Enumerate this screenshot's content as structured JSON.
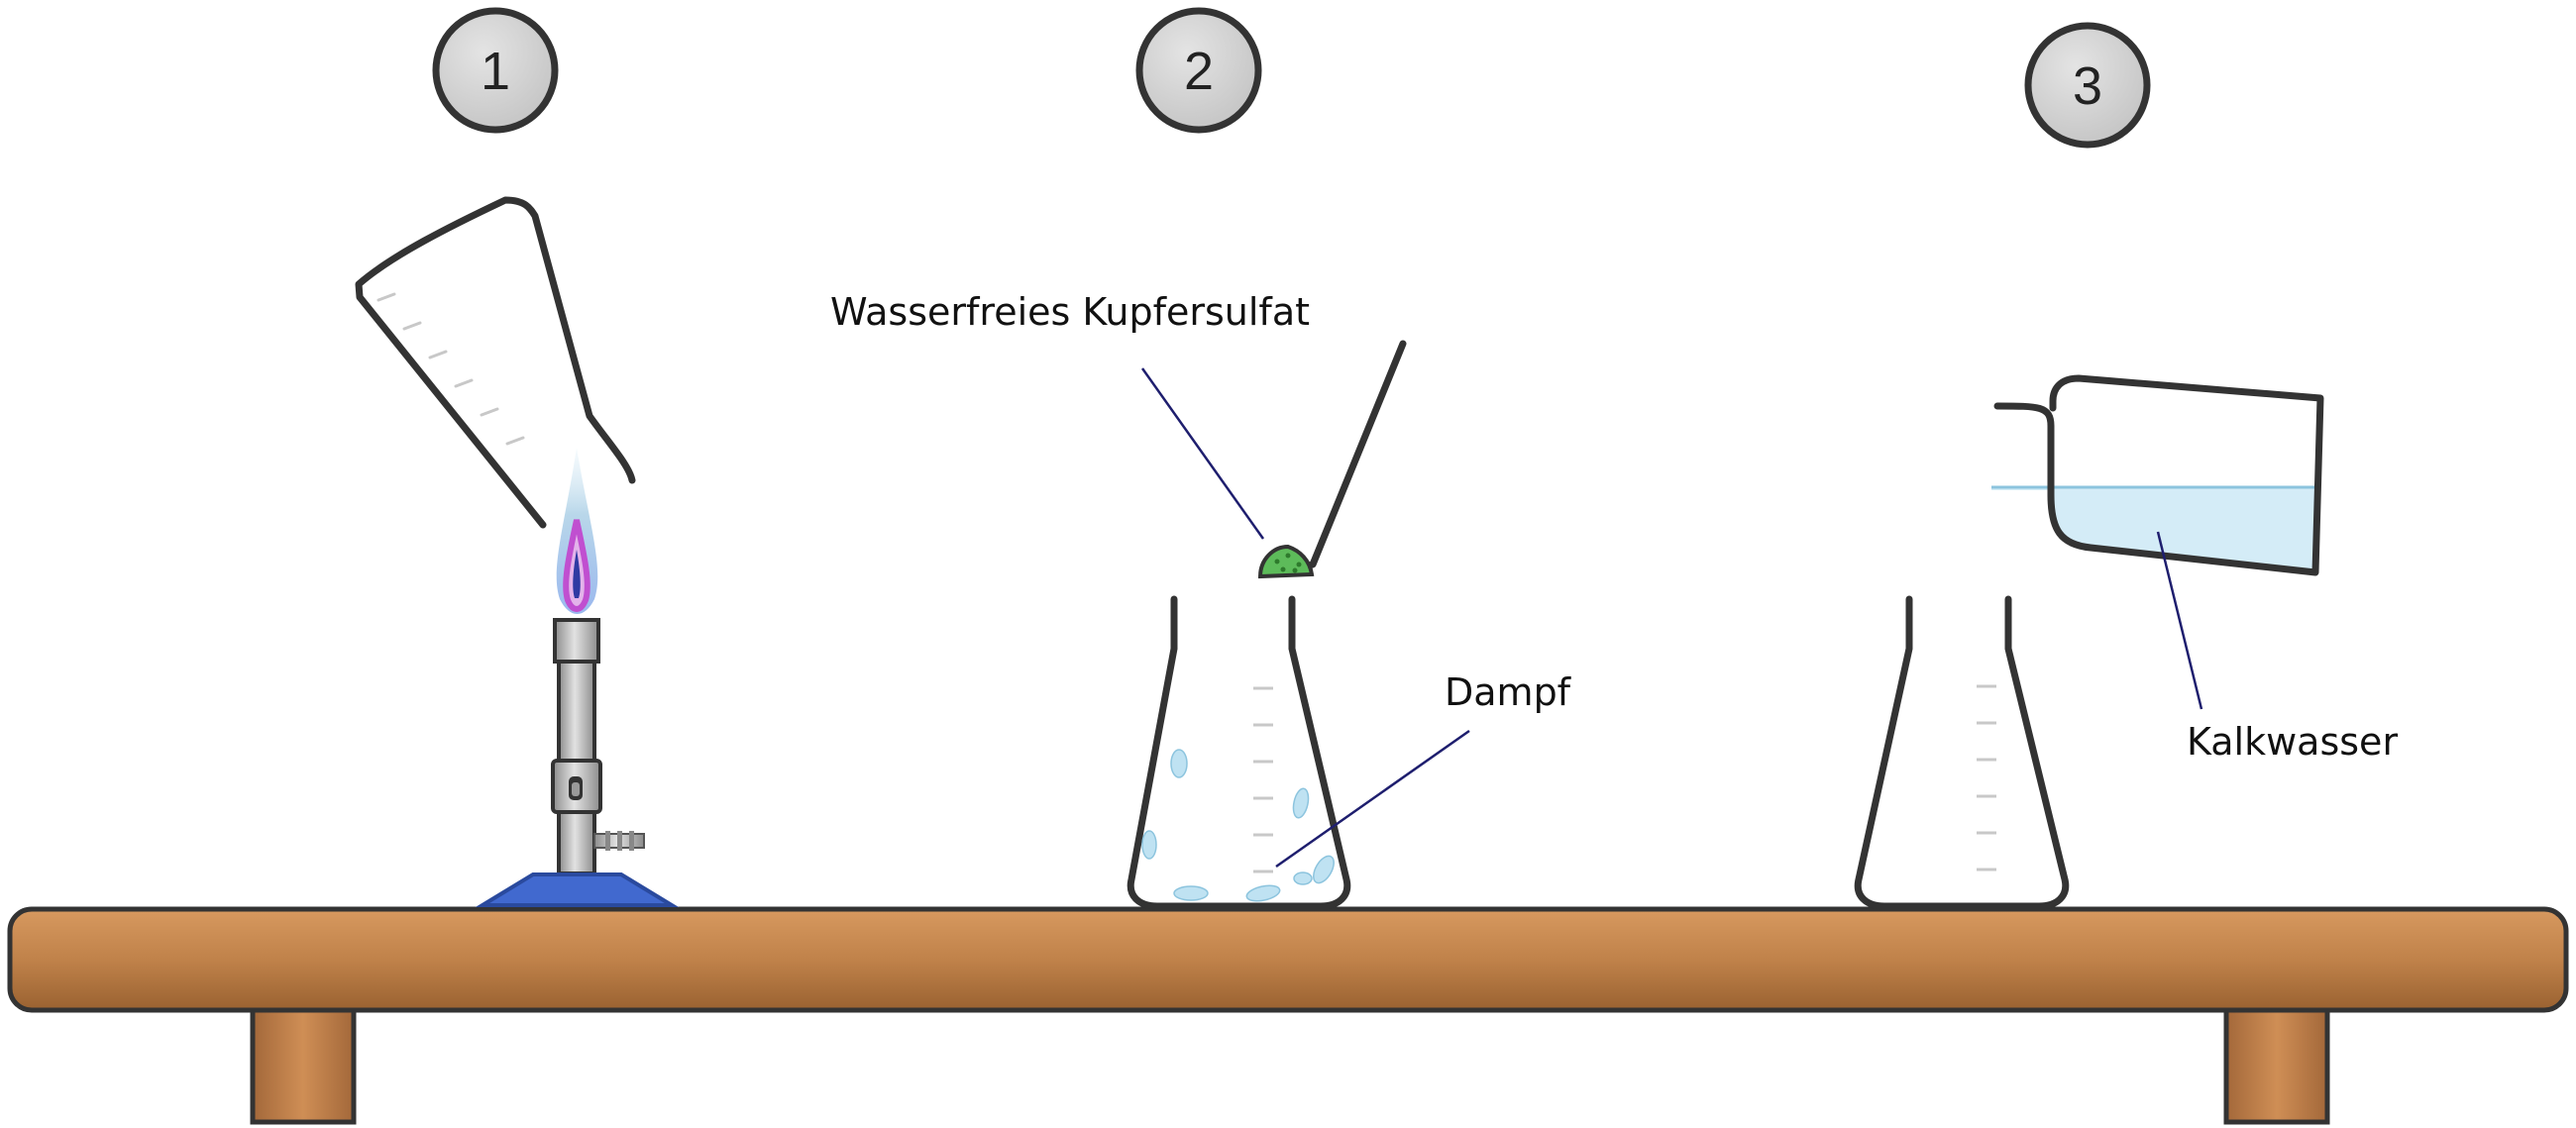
{
  "steps": [
    {
      "number": "1"
    },
    {
      "number": "2"
    },
    {
      "number": "3"
    }
  ],
  "labels": {
    "copper_sulfate": "Wasserfreies Kupfersulfat",
    "steam": "Dampf",
    "limewater": "Kalkwasser"
  },
  "colors": {
    "table_top": "#c0824a",
    "table_outline": "#333333",
    "burner_base": "#4169cf",
    "flame_outer": "#9fc7e6",
    "flame_inner": "#d35bd9",
    "copper_sulfate": "#5dbb5a",
    "limewater": "#d4ecf7",
    "droplet": "#bfe2f2",
    "step_badge": "#d0d0d0",
    "leader_line": "#1e1e6e"
  }
}
